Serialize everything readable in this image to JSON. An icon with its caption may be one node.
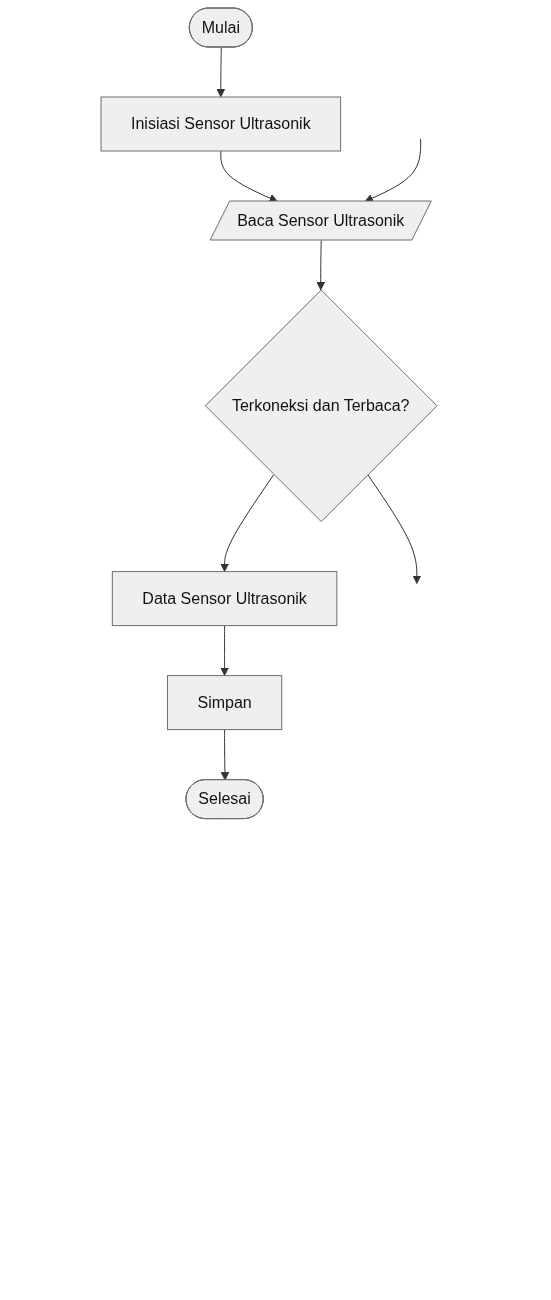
{
  "diagram": {
    "nodes": [
      {
        "text": [
          "Mulai"
        ]
      },
      {
        "text": [
          "Inisiasi Sensor Ultrasonik"
        ]
      },
      {
        "text": [
          "Baca Sensor Ultrasonik"
        ]
      },
      {
        "text": [
          "Terkoneksi dan Terbaca?"
        ]
      },
      {
        "text": [
          "Data Sensor Ultrasonik"
        ]
      },
      {
        "text": [
          "Simpan"
        ]
      },
      {
        "text": [
          "Selesai"
        ]
      }
    ],
    "edges": [
      {
        "from": 0,
        "to": 1,
        "arrow": "to"
      },
      {
        "from": 1,
        "to": 2,
        "arrow": "to"
      },
      {
        "from": 2,
        "to": 3,
        "arrow": "to"
      },
      {
        "from": 3,
        "to": 4,
        "arrow": "to"
      },
      {
        "from": 4,
        "to": 5,
        "arrow": "to"
      },
      {
        "from": 5,
        "to": 6,
        "arrow": "to"
      },
      {
        "from": 3,
        "to": null,
        "arrow": "to"
      },
      {
        "from": null,
        "to": 2,
        "arrow": "to"
      }
    ]
  }
}
